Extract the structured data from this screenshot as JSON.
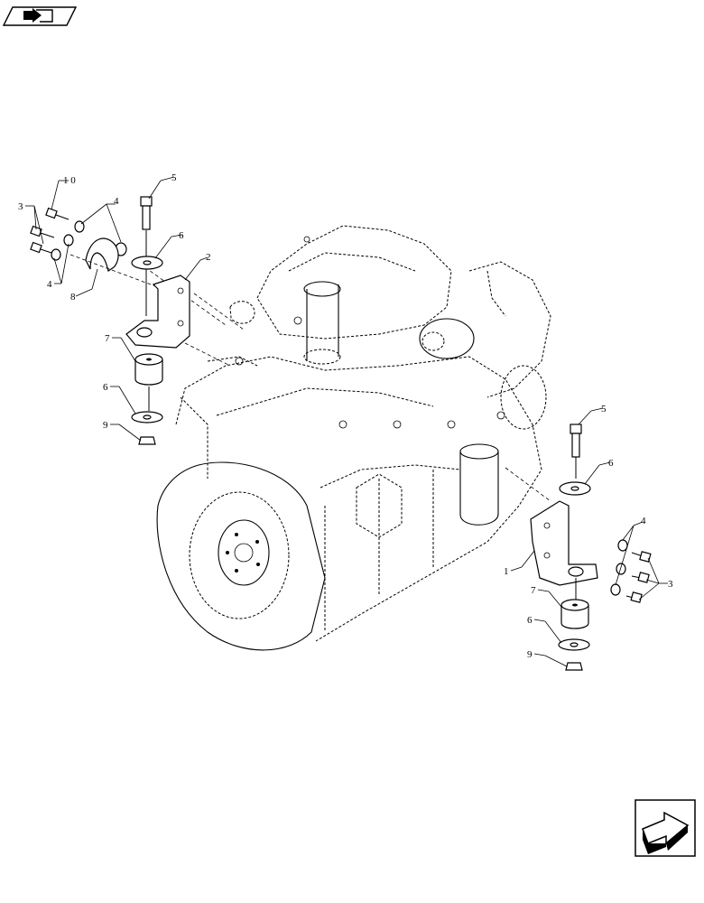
{
  "callouts": {
    "c10": "1 0",
    "c5a": "5",
    "c3a": "3",
    "c4a": "4",
    "c6a": "6",
    "c2": "2",
    "c4b": "4",
    "c8": "8",
    "c7a": "7",
    "c6b": "6",
    "c9a": "9",
    "c5b": "5",
    "c6c": "6",
    "c4c": "4",
    "c1": "1",
    "c3b": "3",
    "c7b": "7",
    "c6d": "6",
    "c9b": "9"
  },
  "icons": {
    "top_left": "book-arrow-icon",
    "bottom_right": "next-page-arrow-icon"
  }
}
